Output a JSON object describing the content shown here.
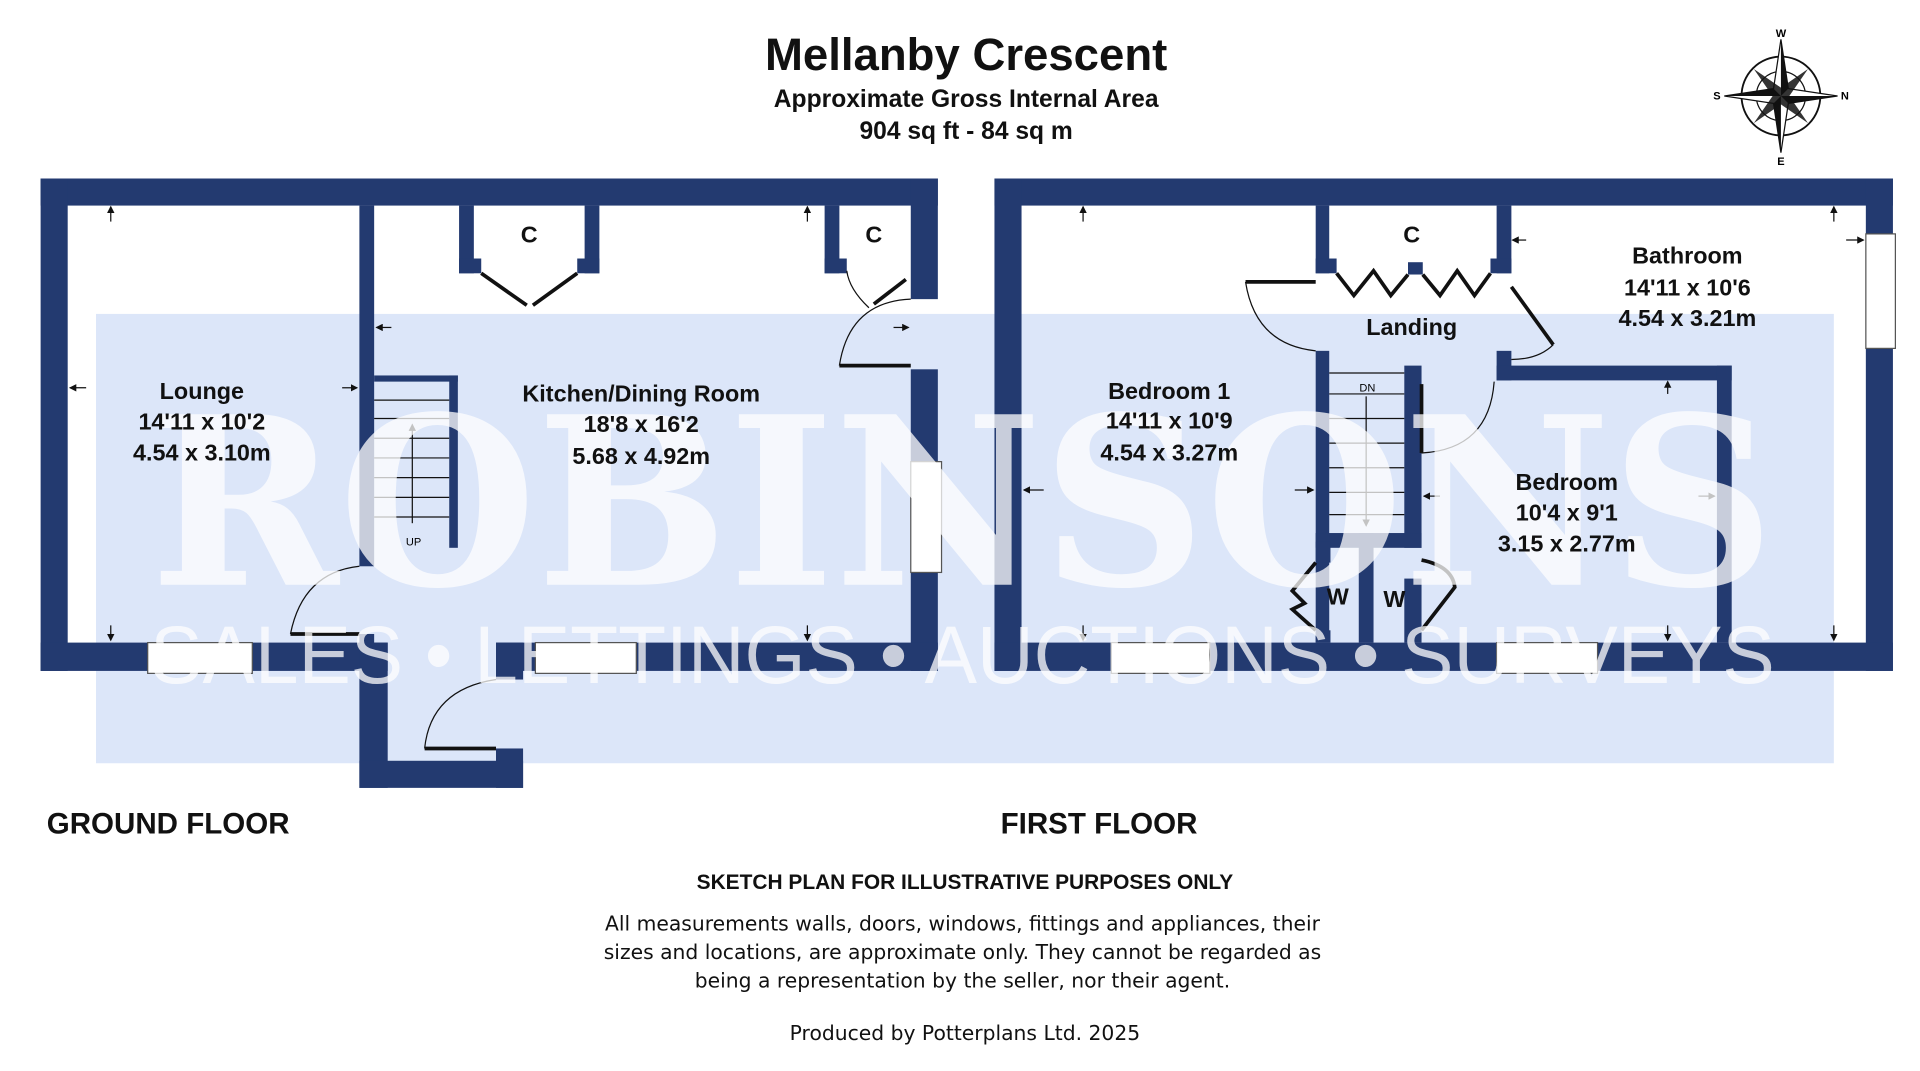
{
  "header": {
    "title": "Mellanby Crescent",
    "subtitle": "Approximate Gross Internal Area",
    "area": "904 sq ft - 84 sq m"
  },
  "compass": {
    "icon": "compass-rose-icon",
    "labels": {
      "top": "W",
      "bottom": "E",
      "left": "S",
      "right": "N"
    }
  },
  "watermark": {
    "brand": "ROBINSONS",
    "tagline": "SALES • LETTINGS • AUCTIONS • SURVEYS"
  },
  "ground_floor": {
    "label": "GROUND FLOOR",
    "rooms": [
      {
        "name": "Lounge",
        "imperial": "14'11 x 10'2",
        "metric": "4.54 x 3.10m"
      },
      {
        "name": "Kitchen/Dining Room",
        "imperial": "18'8 x 16'2",
        "metric": "5.68 x 4.92m"
      }
    ],
    "cupboards": [
      "C",
      "C"
    ],
    "stairs": "UP"
  },
  "first_floor": {
    "label": "FIRST FLOOR",
    "rooms": [
      {
        "name": "Bedroom 1",
        "imperial": "14'11 x 10'9",
        "metric": "4.54 x 3.27m"
      },
      {
        "name": "Bathroom",
        "imperial": "14'11 x 10'6",
        "metric": "4.54 x 3.21m"
      },
      {
        "name": "Bedroom",
        "imperial": "10'4 x 9'1",
        "metric": "3.15 x 2.77m"
      },
      {
        "name": "Landing"
      }
    ],
    "cupboard": "C",
    "wardrobes": [
      "W",
      "W"
    ],
    "stairs": "DN"
  },
  "footer": {
    "disclaimer_title": "SKETCH PLAN FOR ILLUSTRATIVE PURPOSES ONLY",
    "disclaimer_lines": [
      "All measurements walls, doors, windows, fittings and appliances, their",
      "sizes and locations, are approximate only. They cannot be regarded as",
      "being a representation by the seller, nor their agent."
    ],
    "credit": "Produced by Potterplans Ltd. 2025"
  },
  "colors": {
    "wall": "#233a70",
    "watermark_panel": "#dce6f9"
  }
}
